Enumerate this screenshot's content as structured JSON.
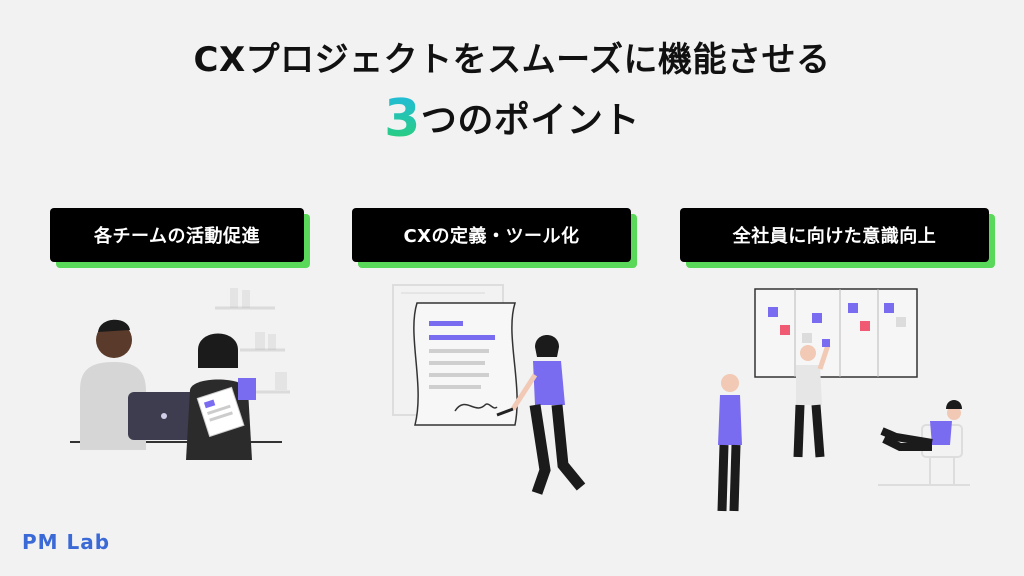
{
  "header": {
    "title_line1": "CXプロジェクトをスムーズに機能させる",
    "title_number": "3",
    "title_line2_rest": "つのポイント"
  },
  "points": [
    {
      "label": "各チームの活動促進"
    },
    {
      "label": "CXの定義・ツール化"
    },
    {
      "label": "全社員に向けた意識向上"
    }
  ],
  "brand": {
    "logo_text": "PM Lab"
  },
  "colors": {
    "background": "#f2f2f2",
    "accent_green": "#5ad85a",
    "accent_blue": "#20b9e6",
    "purple": "#7a6cf0",
    "brand_blue": "#3b6ad6"
  },
  "icons": [
    "team-collaboration-illustration",
    "document-signing-illustration",
    "board-meeting-illustration"
  ]
}
